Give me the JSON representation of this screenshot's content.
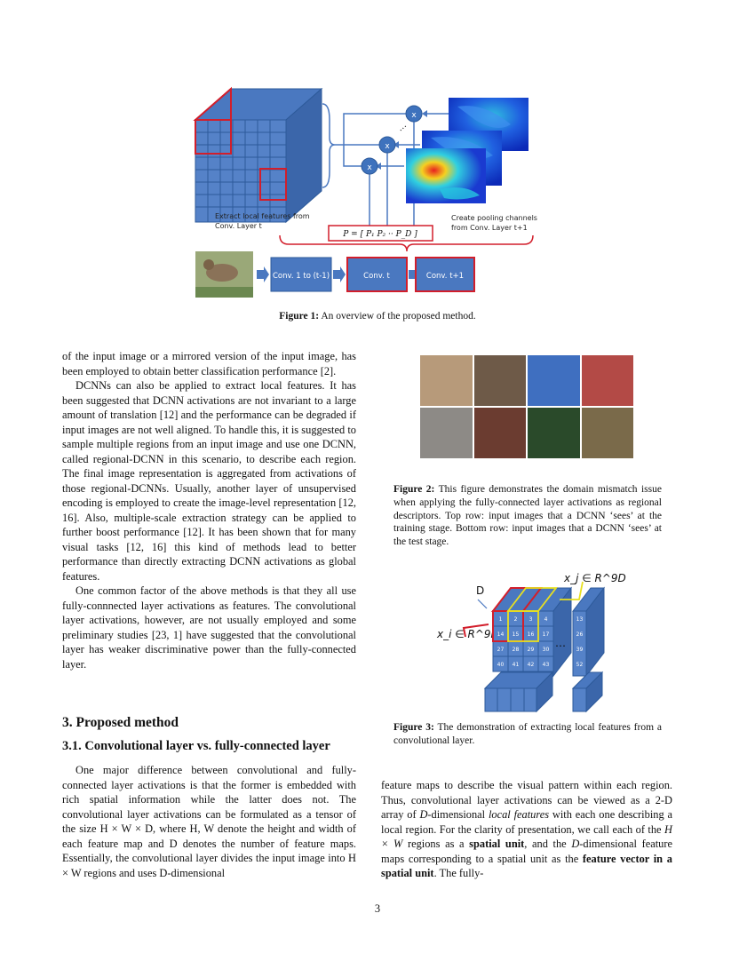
{
  "figure1": {
    "caption_label": "Figure 1:",
    "caption_text": "An overview of the proposed method.",
    "multiply_symbol": "x",
    "left_note_line1": "Extract local features from",
    "left_note_line2": "Conv. Layer t",
    "right_note_line1": "Create pooling channels",
    "right_note_line2": "from Conv. Layer t+1",
    "pooling_vector": "P = [ P₁   P₂  ··  P_D ]",
    "boxes": [
      "Conv. 1 to (t-1)",
      "Conv. t",
      "Conv. t+1"
    ]
  },
  "figure2": {
    "caption_label": "Figure 2:",
    "caption_text": "This figure demonstrates the domain mismatch issue when applying the fully-connected layer activations as regional descriptors. Top row: input images that a DCNN ‘sees’ at the training stage. Bottom row: input images that a DCNN ‘sees’ at the test stage.",
    "tile_colors": [
      "#b79a7a",
      "#6e5a48",
      "#3f6fc0",
      "#b34a46",
      "#8d8a86",
      "#6b3c30",
      "#2a4a2a",
      "#7a6a4a"
    ]
  },
  "figure3": {
    "caption_label": "Figure 3:",
    "caption_text": "The demonstration of extracting local features from a convolutional layer.",
    "label_d": "D",
    "label_xj": "x_j ∈ R^9D",
    "label_xi": "x_i ∈ R^9D",
    "grid_numbers": [
      [
        "1",
        "2",
        "3",
        "4"
      ],
      [
        "14",
        "15",
        "16",
        "17"
      ],
      [
        "27",
        "28",
        "29",
        "30"
      ],
      [
        "40",
        "41",
        "42",
        "43"
      ]
    ],
    "side_numbers": [
      "13",
      "26",
      "39",
      "52"
    ]
  },
  "left_column": {
    "para1": "of the input image or a mirrored version of the input image, has been employed to obtain better classification performance [2].",
    "para2": "DCNNs can also be applied to extract local features. It has been suggested that DCNN activations are not invariant to a large amount of translation [12] and the performance can be degraded if input images are not well aligned. To handle this, it is suggested to sample multiple regions from an input image and use one DCNN, called regional-DCNN in this scenario, to describe each region. The final image representation is aggregated from activations of those regional-DCNNs. Usually, another layer of unsupervised encoding is employed to create the image-level representation [12, 16]. Also, multiple-scale extraction strategy can be applied to further boost performance [12]. It has been shown that for many visual tasks [12, 16] this kind of methods lead to better performance than directly extracting DCNN activations as global features.",
    "para3": "One common factor of the above methods is that they all use fully-connnected layer activations as features. The convolutional layer activations, however, are not usually employed and some preliminary studies [23, 1] have suggested that the convolutional layer has weaker discriminative power than the fully-connected layer.",
    "section_heading": "3. Proposed method",
    "subsection_heading": "3.1. Convolutional layer vs. fully-connected layer",
    "para4": "One major difference between convolutional and fully-connected layer activations is that the former is embedded with rich spatial information while the latter does not. The convolutional layer activations can be formulated as a tensor of the size H × W × D, where H, W denote the height and width of each feature map and D denotes the number of feature maps. Essentially, the convolutional layer divides the input image into H × W regions and uses D-dimensional"
  },
  "right_column": {
    "p_a": "feature maps to describe the visual pattern within each region. Thus, convolutional layer activations can be viewed as a 2-D array of ",
    "p_dim": "D",
    "p_b": "-dimensional ",
    "p_local": "local features",
    "p_c": " with each one describing a local region. For the clarity of presentation, we call each of the ",
    "p_hw": "H × W",
    "p_d": " regions as a ",
    "p_spatial": "spatial unit",
    "p_e": ", and the ",
    "p_dim2": "D",
    "p_f": "-dimensional feature maps corresponding to a spatial unit as the ",
    "p_fv": "feature vector in a spatial unit",
    "p_g": ". The fully-"
  },
  "page_number": "3"
}
